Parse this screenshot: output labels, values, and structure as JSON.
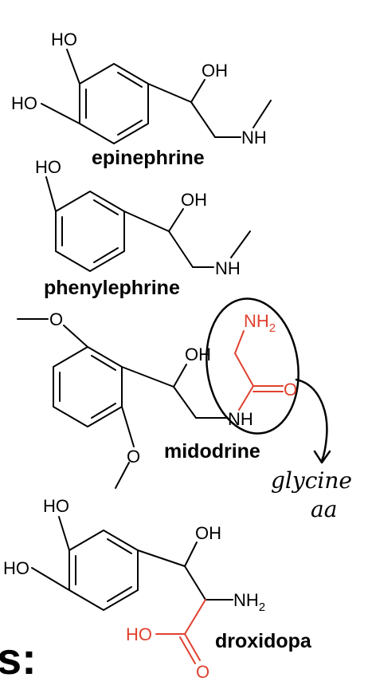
{
  "colors": {
    "ink": "#000000",
    "highlight": "#e0412f"
  },
  "epinephrine": {
    "name": "epinephrine",
    "ho_top": "HO",
    "ho_left": "HO",
    "oh": "OH",
    "nh": "NH"
  },
  "phenylephrine": {
    "name": "phenylephrine",
    "ho": "HO",
    "oh": "OH",
    "nh": "NH"
  },
  "midodrine": {
    "name": "midodrine",
    "o_top": "O",
    "o_bottom": "O",
    "oh": "OH",
    "nh": "NH",
    "nh2": "NH",
    "nh2_sub": "2",
    "carbonyl_o": "O"
  },
  "annotation": {
    "line1": "glycine",
    "line2": "aa"
  },
  "droxidopa": {
    "name": "droxidopa",
    "ho_top": "HO",
    "ho_left": "HO",
    "oh": "OH",
    "nh2": "NH",
    "nh2_sub": "2",
    "acid_ho": "HO",
    "acid_o": "O"
  },
  "edge_text": "s:"
}
